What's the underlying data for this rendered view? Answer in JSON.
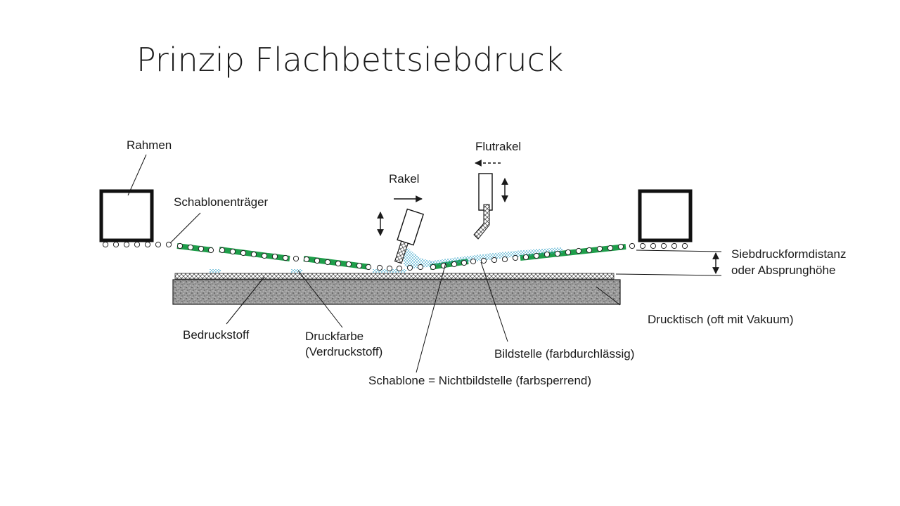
{
  "slide": {
    "title": "Prinzip Flachbettsiebdruck"
  },
  "diagram": {
    "labels": {
      "rahmen": "Rahmen",
      "schablonentraeger": "Schablonenträger",
      "rakel": "Rakel",
      "flutrakel": "Flutrakel",
      "siebdruckformdistanz": "Siebdruckformdistanz",
      "absprunghoehe": "oder Absprunghöhe",
      "drucktisch": "Drucktisch (oft mit Vakuum)",
      "bedruckstoff": "Bedruckstoff",
      "druckfarbe": "Druckfarbe",
      "verdruckstoff": "(Verdruckstoff)",
      "bildstelle": "Bildstelle (farbdurchlässig)",
      "schablone": "Schablone = Nichtbildstelle (farbsperrend)"
    },
    "colors": {
      "stencil": "#1e9e4a",
      "ink": "#3aa6c9",
      "outline": "#1a1a1a"
    }
  }
}
